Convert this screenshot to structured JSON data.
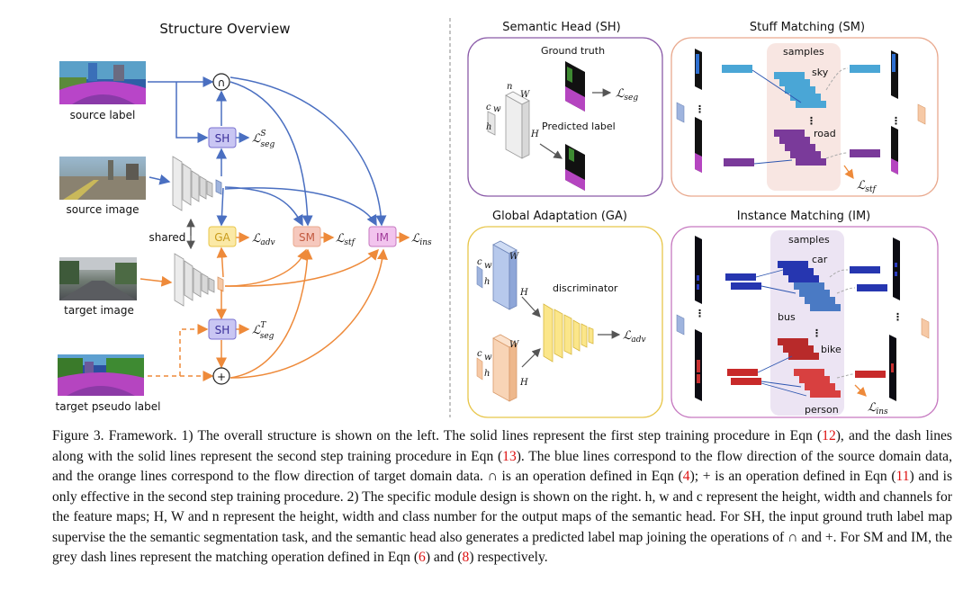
{
  "left": {
    "title": "Structure Overview",
    "labels": {
      "source_label": "source label",
      "source_image": "source image",
      "target_image": "target image",
      "target_pseudo_label": "target pseudo label",
      "shared": "shared"
    },
    "modules": {
      "sh": "SH",
      "ga": "GA",
      "sm": "SM",
      "im": "IM"
    },
    "ops": {
      "intersect": "∩",
      "plus": "+"
    },
    "losses": {
      "seg_s": "ℒ",
      "seg_s_sup": "S",
      "seg_s_sub": "seg",
      "adv": "ℒ",
      "adv_sub": "adv",
      "stf": "ℒ",
      "stf_sub": "stf",
      "ins": "ℒ",
      "ins_sub": "ins",
      "seg_t": "ℒ",
      "seg_t_sup": "T",
      "seg_t_sub": "seg"
    }
  },
  "panels": {
    "sh": {
      "title": "Semantic Head (SH)",
      "ground_truth": "Ground truth",
      "predicted_label": "Predicted label",
      "loss": "ℒ",
      "loss_sub": "seg",
      "c": "c",
      "w": "w",
      "h": "h",
      "n": "n",
      "W": "W",
      "H": "H"
    },
    "sm": {
      "title": "Stuff Matching (SM)",
      "samples": "samples",
      "sky": "sky",
      "road": "road",
      "loss": "ℒ",
      "loss_sub": "stf"
    },
    "ga": {
      "title": "Global Adaptation (GA)",
      "discriminator": "discriminator",
      "loss": "ℒ",
      "loss_sub": "adv",
      "c": "c",
      "w": "w",
      "h": "h",
      "W": "W",
      "H": "H"
    },
    "im": {
      "title": "Instance Matching (IM)",
      "samples": "samples",
      "car": "car",
      "bus": "bus",
      "bike": "bike",
      "person": "person",
      "loss": "ℒ",
      "loss_sub": "ins"
    }
  },
  "colors": {
    "blue": "#4a6fc1",
    "orange": "#ee8a3a",
    "sh_fill": "#c9c6f3",
    "ga_fill": "#fbe9a6",
    "sm_fill": "#f6c8bd",
    "im_fill": "#f2c4ee",
    "purple_border": "#8a5aa8",
    "sm_border": "#e9a98e",
    "ga_border": "#e8c64a",
    "im_border": "#c679c0"
  },
  "caption": {
    "p1": "Figure 3. Framework. 1) The overall structure is shown on the left. The solid lines represent the first step training procedure in Eqn (",
    "r1": "12",
    "p2": "), and the dash lines along with the solid lines represent the second step training procedure in Eqn (",
    "r2": "13",
    "p3": "). The blue lines correspond to the flow direction of the source domain data, and the orange lines correspond to the flow direction of target domain data. ∩ is an operation defined in Eqn (",
    "r3": "4",
    "p4": "); + is an operation defined in Eqn (",
    "r4": "11",
    "p5": ") and is only effective in the second step training procedure. 2) The specific module design is shown on the right. h, w and c represent the height, width and channels for the feature maps; H, W and n represent the height, width and class number for the output maps of the semantic head. For SH, the input ground truth label map supervise the the semantic segmentation task, and the semantic head also generates a predicted label map joining the operations of ∩ and +. For SM and IM, the grey dash lines represent the matching operation defined in Eqn (",
    "r5": "6",
    "p6": ") and (",
    "r6": "8",
    "p7": ") respectively."
  }
}
